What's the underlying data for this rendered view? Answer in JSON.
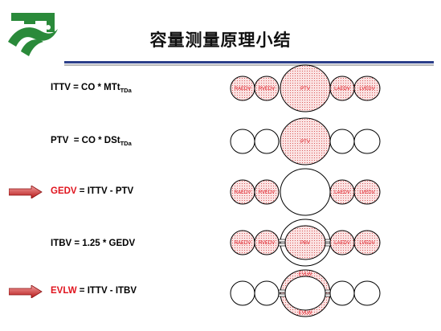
{
  "title": "容量测量原理小结",
  "colors": {
    "accent_red": "#e0141e",
    "rule_blue": "#2c3f8a",
    "logo_green": "#2a8a3a"
  },
  "logo": {
    "icon": "green-cross-bird-logo"
  },
  "rows": [
    {
      "pre": "ITTV = CO * MTt",
      "sub": "TDa",
      "post": "",
      "red": "",
      "arrow": false
    },
    {
      "pre": "PTV  = CO * DSt",
      "sub": "TDa",
      "post": "",
      "red": "",
      "arrow": false
    },
    {
      "pre": "",
      "sub": "",
      "red": "GEDV",
      "post": " = ITTV - PTV",
      "arrow": true
    },
    {
      "pre": "ITBV = 1.25 * GEDV",
      "sub": "",
      "red": "",
      "post": "",
      "arrow": false
    },
    {
      "pre": "",
      "sub": "",
      "red": "EVLW",
      "post": " = ITTV - ITBV",
      "arrow": true
    }
  ],
  "diagram_labels": {
    "raedv": "RAEDV",
    "rvedv": "RVEDV",
    "ptv": "PTV",
    "laedv": "LAEDV",
    "lvedv": "LVEDV",
    "pbv": "PBV",
    "evlw_top": "EVLW",
    "evlw_bottom": "EVLW"
  }
}
